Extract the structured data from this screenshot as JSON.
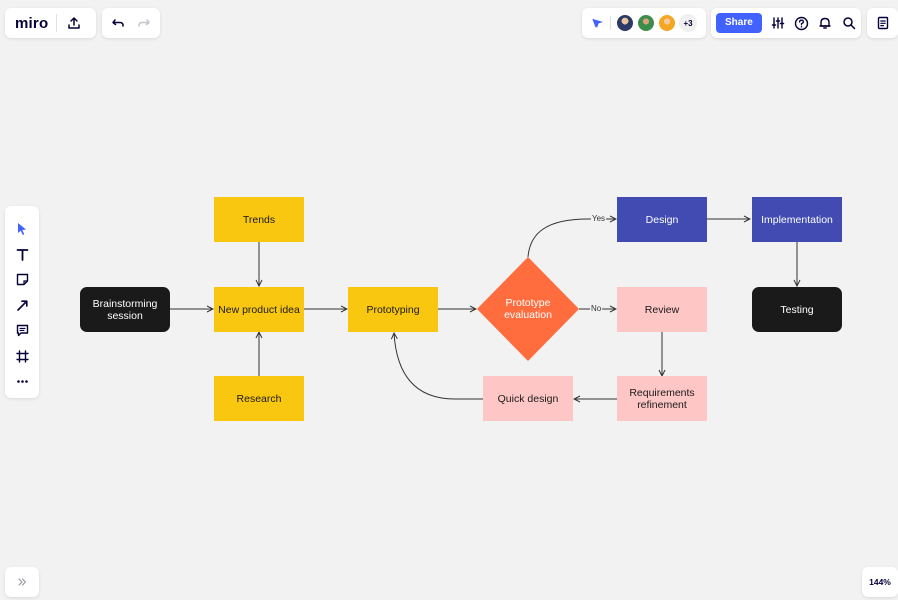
{
  "app": {
    "logo": "miro"
  },
  "toolbar_right": {
    "share_label": "Share",
    "more_collaborators": "+3"
  },
  "colors": {
    "accent": "#4262ff",
    "yellow": "#fac710",
    "black": "#1a1a1a",
    "blue": "#414bb2",
    "pink": "#ffc6c6",
    "orange": "#ff6d3f"
  },
  "icons": {
    "upload": "upload-icon",
    "undo": "undo-icon",
    "redo": "redo-icon",
    "cursor": "cursor-icon",
    "settings": "sliders-icon",
    "help": "help-icon",
    "bell": "bell-icon",
    "search": "search-icon",
    "notes": "notes-icon",
    "expand": "chevrons-right-icon"
  },
  "flow": {
    "trends": "Trends",
    "research": "Research",
    "brainstorming": "Brainstorming session",
    "new_product_idea": "New product idea",
    "prototyping": "Prototyping",
    "prototype_evaluation": "Prototype evaluation",
    "design": "Design",
    "implementation": "Implementation",
    "testing": "Testing",
    "review": "Review",
    "requirements": "Requirements refinement",
    "quick_design": "Quick design",
    "yes_label": "Yes",
    "no_label": "No"
  },
  "zoom": {
    "level": "144%"
  }
}
